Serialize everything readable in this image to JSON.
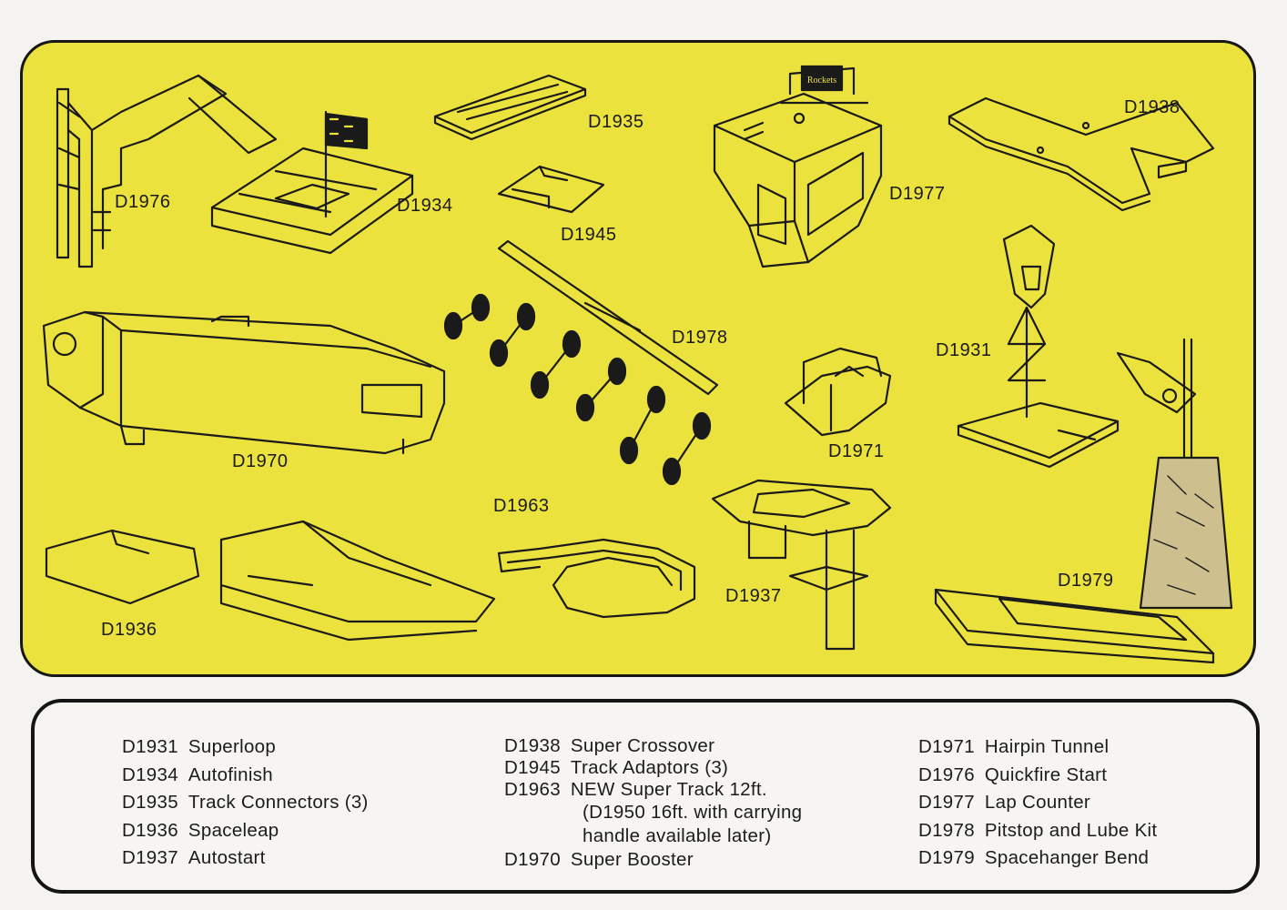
{
  "panel": {
    "labels": {
      "d1976": "D1976",
      "d1934": "D1934",
      "d1935": "D1935",
      "d1945": "D1945",
      "d1977": "D1977",
      "d1938": "D1938",
      "d1978": "D1978",
      "d1970": "D1970",
      "d1971": "D1971",
      "d1931": "D1931",
      "d1963": "D1963",
      "d1937": "D1937",
      "d1936": "D1936",
      "d1979": "D1979"
    },
    "counter_badge": "Rockets",
    "background_color": "#ece23e"
  },
  "legend": {
    "col1": [
      {
        "code": "D1931",
        "name": "Superloop"
      },
      {
        "code": "D1934",
        "name": "Autofinish"
      },
      {
        "code": "D1935",
        "name": "Track Connectors (3)"
      },
      {
        "code": "D1936",
        "name": "Spaceleap"
      },
      {
        "code": "D1937",
        "name": "Autostart"
      }
    ],
    "col2": [
      {
        "code": "D1938",
        "name": "Super Crossover"
      },
      {
        "code": "D1945",
        "name": "Track Adaptors (3)"
      },
      {
        "code": "D1963",
        "name": "NEW Super Track 12ft."
      },
      {
        "cont": "(D1950 16ft. with carrying"
      },
      {
        "cont": "handle available later)"
      },
      {
        "code": "D1970",
        "name": "Super Booster"
      }
    ],
    "col3": [
      {
        "code": "D1971",
        "name": "Hairpin Tunnel"
      },
      {
        "code": "D1976",
        "name": "Quickfire Start"
      },
      {
        "code": "D1977",
        "name": "Lap Counter"
      },
      {
        "code": "D1978",
        "name": "Pitstop and Lube Kit"
      },
      {
        "code": "D1979",
        "name": "Spacehanger Bend"
      }
    ]
  }
}
